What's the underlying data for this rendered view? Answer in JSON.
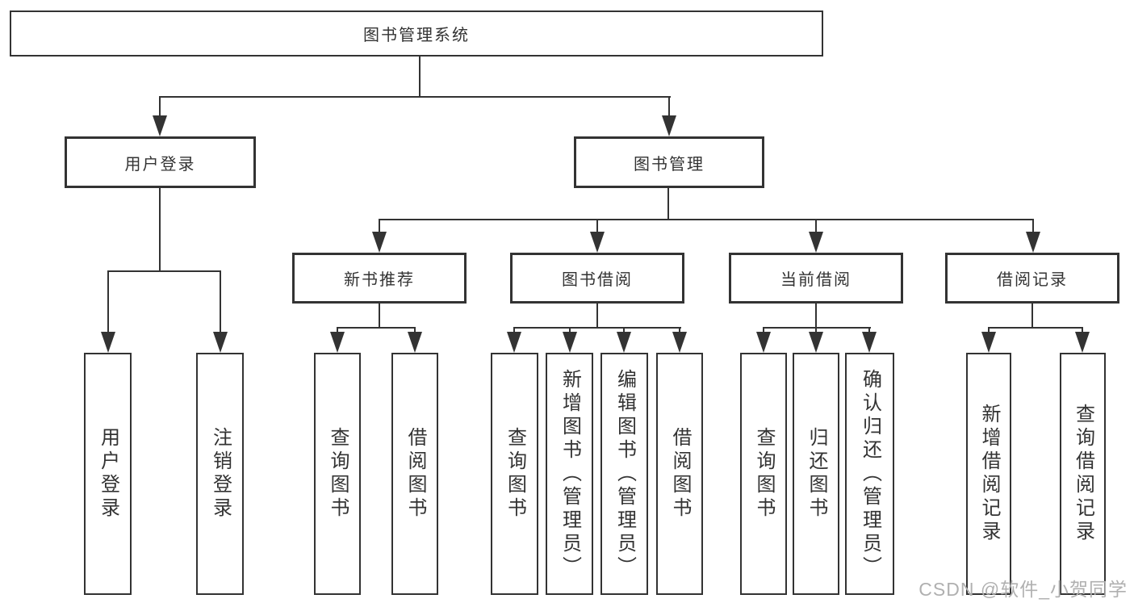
{
  "title": "图书管理系统",
  "watermark": "CSDN @软件_小贺同学",
  "colors": {
    "line": "#333333",
    "text": "#333333",
    "watermark": "#b0b0b0",
    "background": "#ffffff"
  },
  "tree": {
    "root": {
      "label": "图书管理系统"
    },
    "user_login": {
      "label": "用户登录",
      "children": [
        {
          "label": "用户登录"
        },
        {
          "label": "注销登录"
        }
      ]
    },
    "book_management": {
      "label": "图书管理"
    },
    "new_book_recommend": {
      "label": "新书推荐",
      "children": [
        {
          "label": "查询图书"
        },
        {
          "label": "借阅图书"
        }
      ]
    },
    "book_borrowing": {
      "label": "图书借阅",
      "children": [
        {
          "label": "查询图书"
        },
        {
          "label": "新增图书（管理员）"
        },
        {
          "label": "编辑图书（管理员）"
        },
        {
          "label": "借阅图书"
        }
      ]
    },
    "current_borrowing": {
      "label": "当前借阅",
      "children": [
        {
          "label": "查询图书"
        },
        {
          "label": "归还图书"
        },
        {
          "label": "确认归还（管理员）"
        }
      ]
    },
    "borrowing_records": {
      "label": "借阅记录",
      "children": [
        {
          "label": "新增借阅记录"
        },
        {
          "label": "查询借阅记录"
        }
      ]
    }
  }
}
